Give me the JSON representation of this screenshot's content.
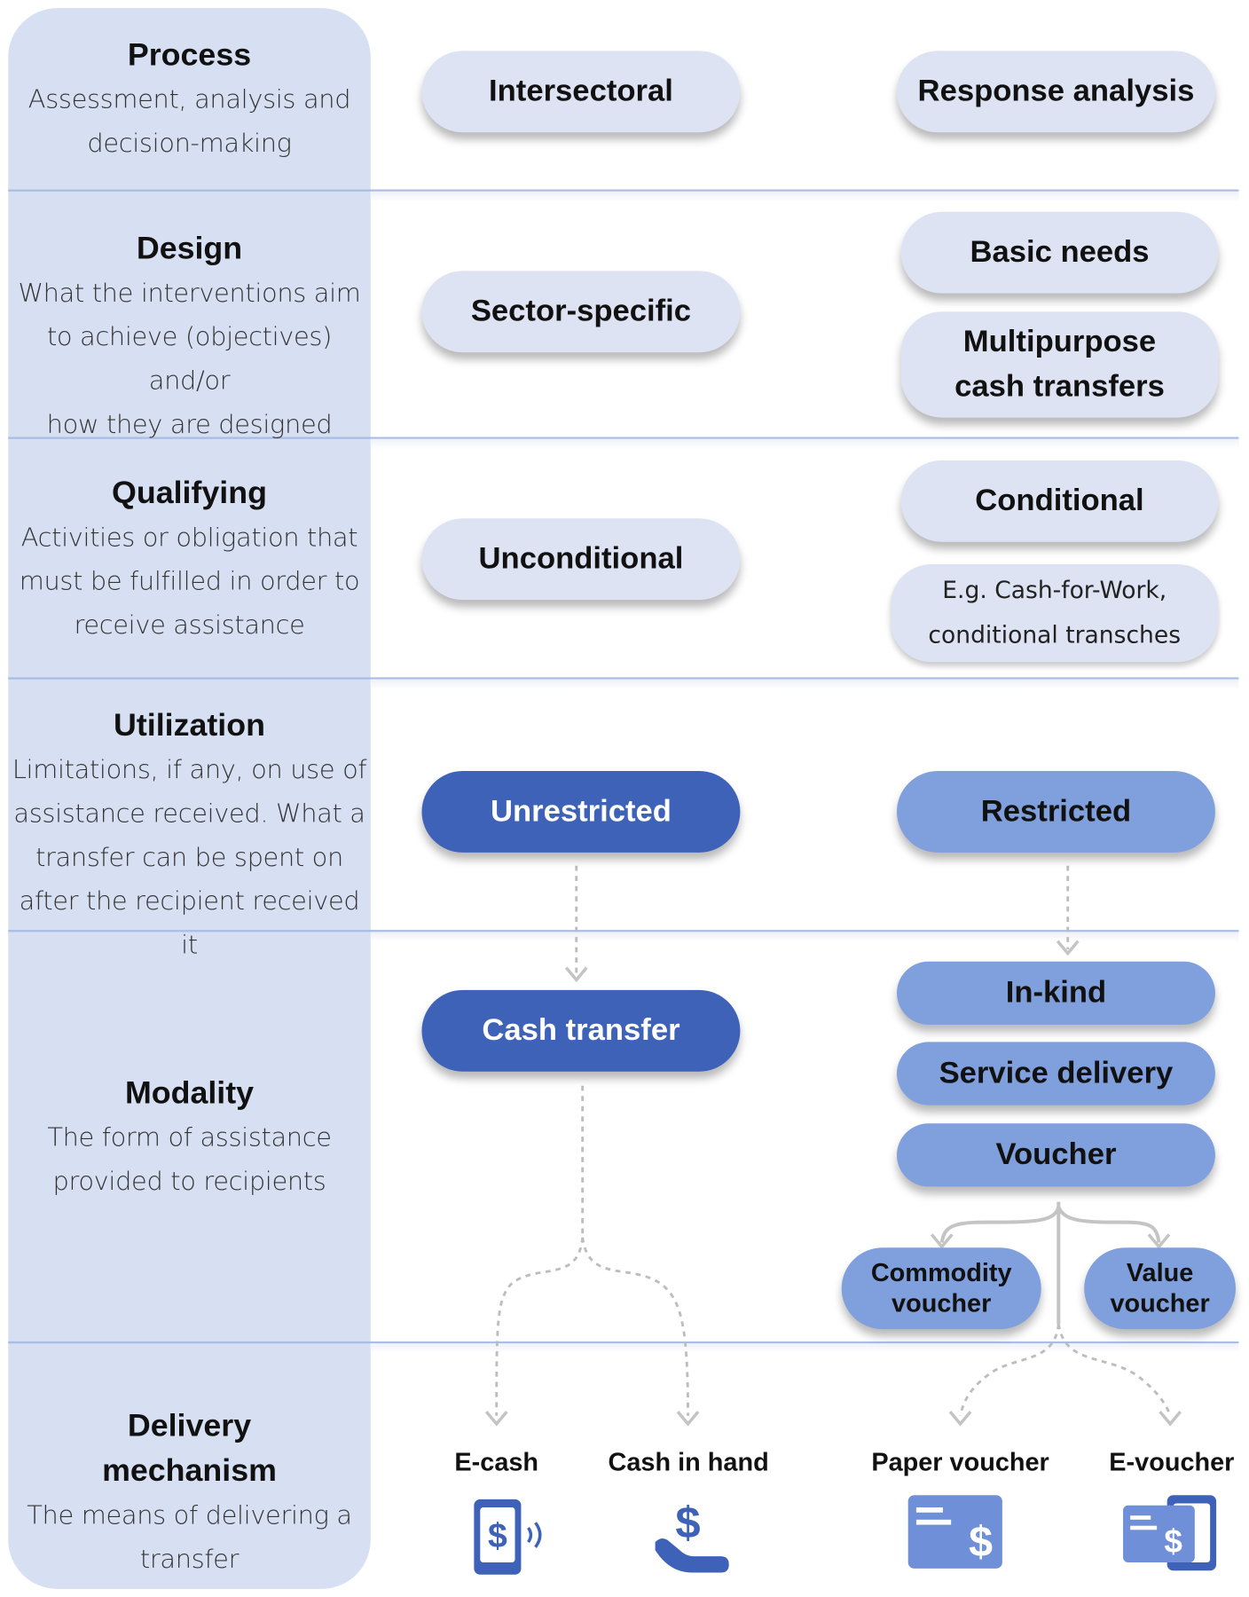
{
  "sections": {
    "process": {
      "title": "Process",
      "desc": [
        "Assessment, analysis and",
        "decision-making"
      ]
    },
    "design": {
      "title": "Design",
      "desc": [
        "What the interventions aim",
        "to achieve (objectives) and/or",
        "how they are designed"
      ]
    },
    "qualifying": {
      "title": "Qualifying",
      "desc": [
        "Activities or obligation that",
        "must be fulfilled in order to",
        "receive assistance"
      ]
    },
    "utilization": {
      "title": "Utilization",
      "desc": [
        "Limitations, if any, on use of",
        "assistance received. What a",
        "transfer can be spent on",
        "after the recipient received it"
      ]
    },
    "modality": {
      "title": "Modality",
      "desc": [
        "The form of assistance",
        "provided to recipients"
      ]
    },
    "delivery": {
      "title": [
        "Delivery",
        "mechanism"
      ],
      "desc": [
        "The means of delivering a",
        "transfer"
      ]
    }
  },
  "nodes": {
    "intersectoral": "Intersectoral",
    "response_analysis": "Response analysis",
    "sector_specific": "Sector-specific",
    "basic_needs": "Basic needs",
    "multipurpose": [
      "Multipurpose",
      "cash transfers"
    ],
    "unconditional": "Unconditional",
    "conditional": "Conditional",
    "conditional_example": [
      "E.g. Cash-for-Work,",
      "conditional transches"
    ],
    "unrestricted": "Unrestricted",
    "restricted": "Restricted",
    "cash_transfer": "Cash transfer",
    "in_kind": "In-kind",
    "service_delivery": "Service delivery",
    "voucher": "Voucher",
    "commodity_voucher": [
      "Commodity",
      "voucher"
    ],
    "value_voucher": [
      "Value",
      "voucher"
    ]
  },
  "delivery_mechanisms": [
    {
      "label": "E-cash",
      "icon": "mobile-money-icon"
    },
    {
      "label": "Cash in hand",
      "icon": "hand-dollar-icon"
    },
    {
      "label": "Paper voucher",
      "icon": "paper-voucher-icon"
    },
    {
      "label": "E-voucher",
      "icon": "e-voucher-icon"
    }
  ],
  "colors": {
    "left_panel": "#d7e0f3",
    "pill_light": "#dde3f2",
    "pill_dark": "#3d62b8",
    "pill_mid": "#7f9fdd",
    "row_divider": "#a9bde5",
    "icon_blue": "#3d62b8",
    "icon_mid": "#6f8fd8"
  }
}
